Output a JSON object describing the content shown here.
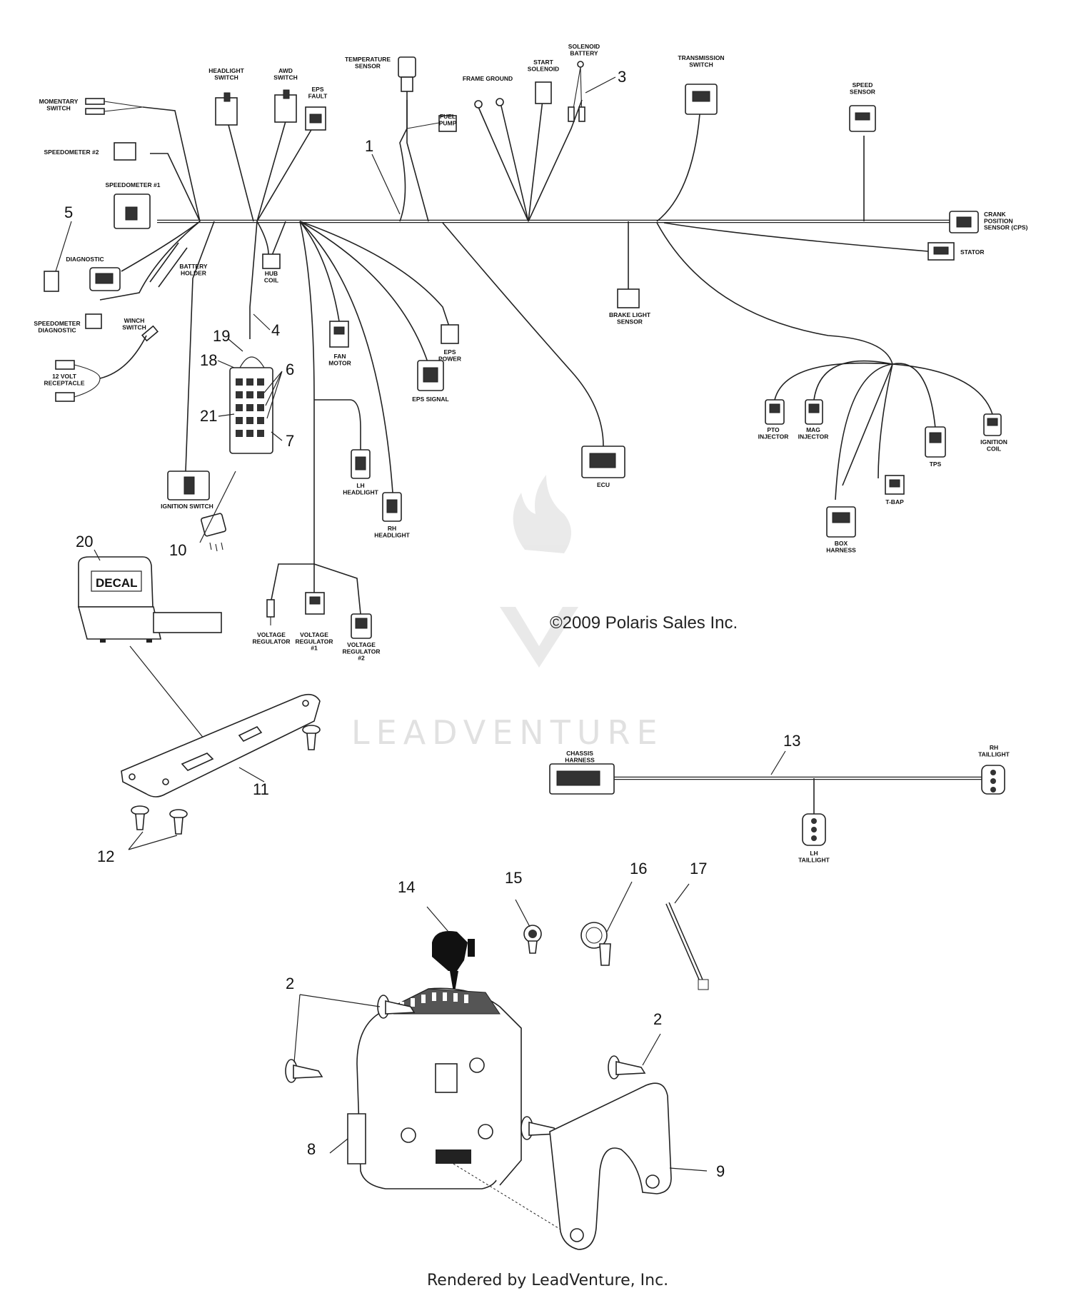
{
  "labels": {
    "momentary_switch": "MOMENTARY\nSWITCH",
    "headlight_switch": "HEADLIGHT\nSWITCH",
    "awd_switch": "AWD\nSWITCH",
    "eps_fault": "EPS\nFAULT",
    "temperature_sensor": "TEMPERATURE\nSENSOR",
    "fuel_pump": "FUEL\nPUMP",
    "frame_ground": "FRAME GROUND",
    "start_solenoid": "START\nSOLENOID",
    "solenoid_battery": "SOLENOID\nBATTERY",
    "transmission_switch": "TRANSMISSION\nSWITCH",
    "speed_sensor": "SPEED\nSENSOR",
    "speedometer_2": "SPEEDOMETER #2",
    "speedometer_1": "SPEEDOMETER #1",
    "crank_position_sensor": "CRANK\nPOSITION\nSENSOR (CPS)",
    "stator": "STATOR",
    "diagnostic": "DIAGNOSTIC",
    "battery_holder": "BATTERY\nHOLDER",
    "hub_coil": "HUB\nCOIL",
    "brake_light_sensor": "BRAKE LIGHT\nSENSOR",
    "speedometer_diagnostic": "SPEEDOMETER\nDIAGNOSTIC",
    "winch_switch": "WINCH\nSWITCH",
    "volt_receptacle": "12 VOLT\nRECEPTACLE",
    "fan_motor": "FAN\nMOTOR",
    "eps_power": "EPS\nPOWER",
    "eps_signal": "EPS SIGNAL",
    "pto_injector": "PTO\nINJECTOR",
    "mag_injector": "MAG\nINJECTOR",
    "tps": "TPS",
    "ignition_coil": "IGNITION\nCOIL",
    "ignition_switch": "IGNITION SWITCH",
    "lh_headlight": "LH\nHEADLIGHT",
    "rh_headlight": "RH\nHEADLIGHT",
    "ecu": "ECU",
    "t_bap": "T-BAP",
    "box_harness": "BOX\nHARNESS",
    "voltage_regulator": "VOLTAGE\nREGULATOR",
    "voltage_regulator_1": "VOLTAGE\nREGULATOR\n#1",
    "voltage_regulator_2": "VOLTAGE\nREGULATOR\n#2",
    "chassis_harness": "CHASSIS\nHARNESS",
    "rh_taillight": "RH\nTAILLIGHT",
    "lh_taillight": "LH\nTAILLIGHT",
    "decal": "DECAL"
  },
  "callouts": {
    "c1": "1",
    "c2": "2",
    "c3": "3",
    "c4": "4",
    "c5": "5",
    "c6": "6",
    "c7": "7",
    "c8": "8",
    "c9": "9",
    "c10": "10",
    "c11": "11",
    "c12": "12",
    "c13": "13",
    "c14": "14",
    "c15": "15",
    "c16": "16",
    "c17": "17",
    "c18": "18",
    "c19": "19",
    "c20": "20",
    "c21": "21"
  },
  "copyright": "©2009 Polaris Sales Inc.",
  "watermark": "LEADVENTURE",
  "footer": "Rendered by LeadVenture, Inc."
}
